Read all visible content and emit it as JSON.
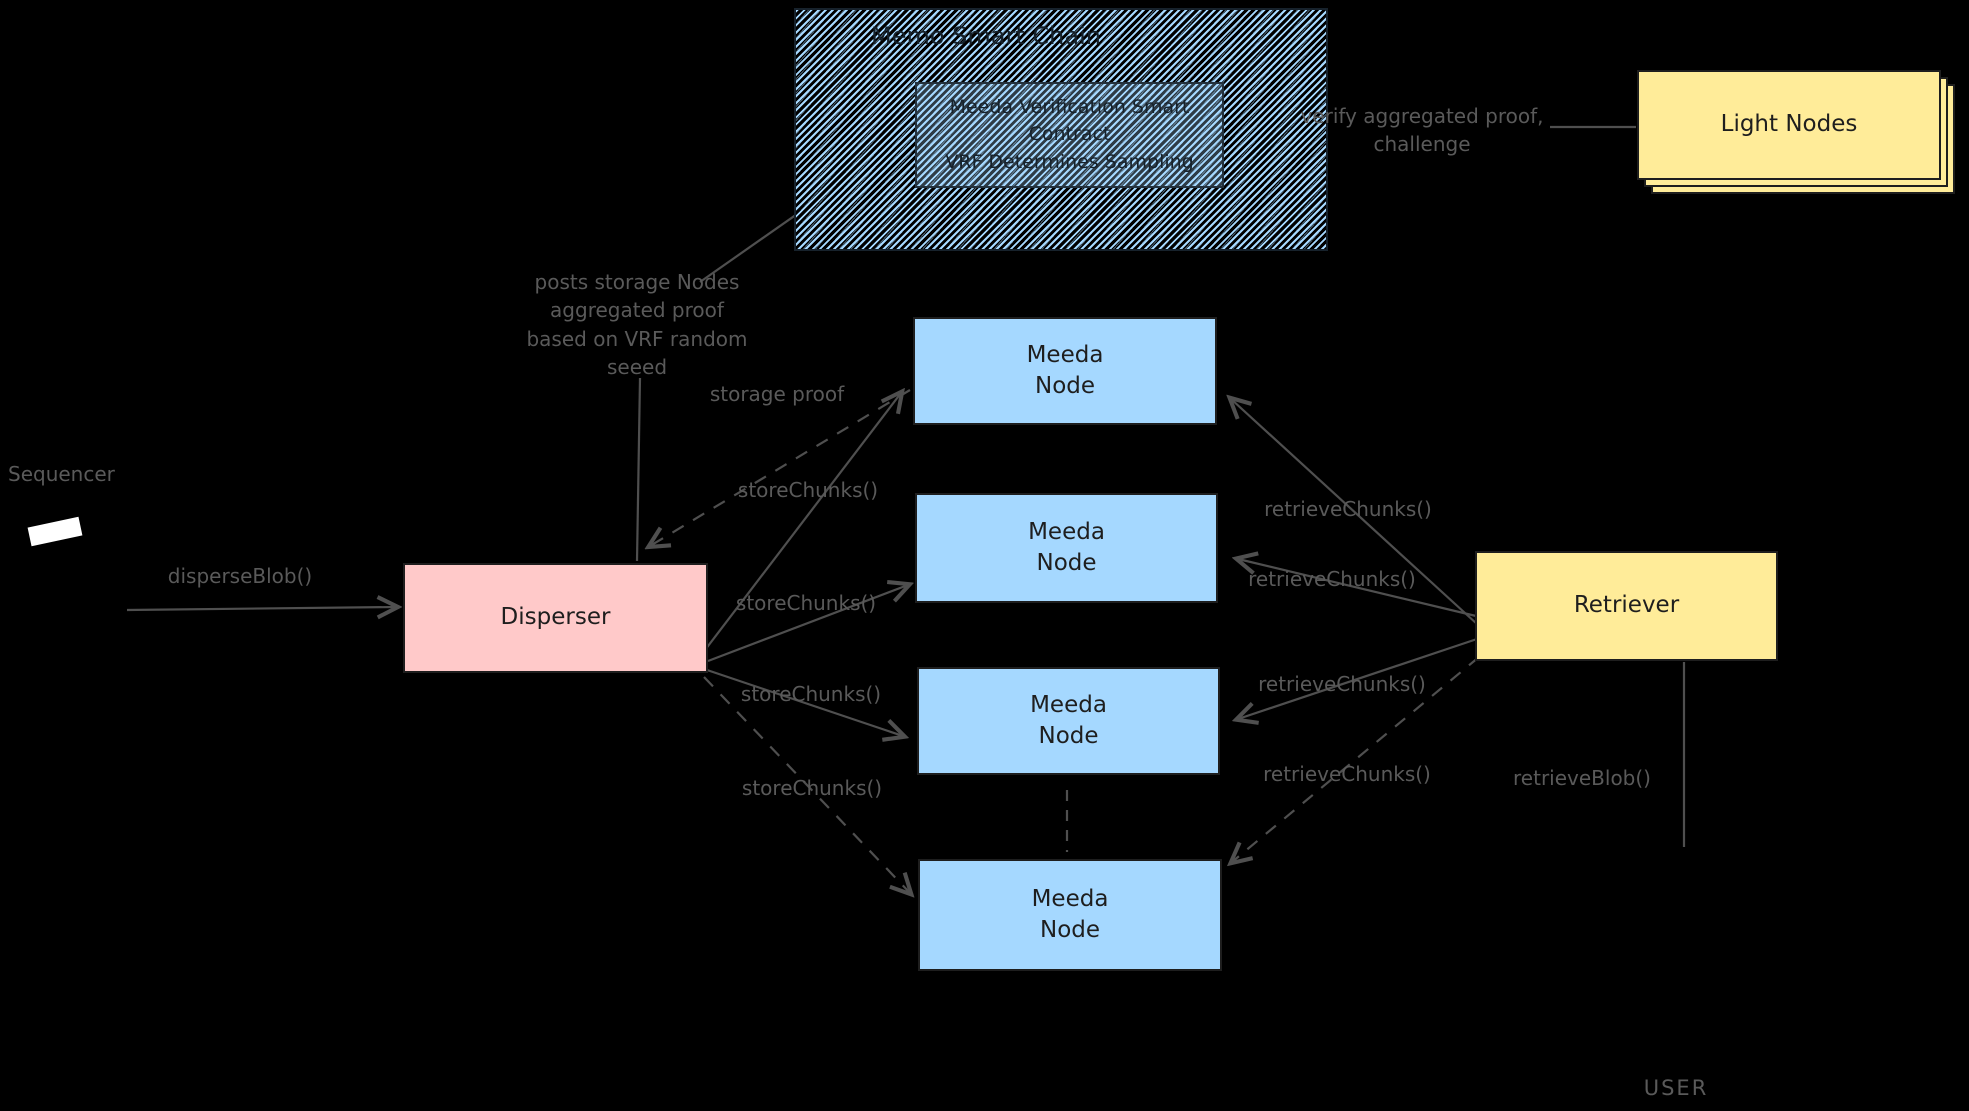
{
  "canvas": {
    "background": "#000000"
  },
  "colors": {
    "node_blue": "#a5d8ff",
    "disperser_pink": "#ffc9c9",
    "retriever_yellow": "#ffec99",
    "box_text": "#1e1e1e",
    "edge_gray": "#5a5a5a"
  },
  "chain": {
    "title": "Memo Smart Chain",
    "contract": "Meeda Verification Smart\nContract\nVRF Determines Sampling"
  },
  "boxes": {
    "sequencer": "Sequencer",
    "disperser": "Disperser",
    "retriever": "Retriever",
    "light_nodes": "Light Nodes",
    "user": "USER"
  },
  "nodes": [
    {
      "label": "Meeda\nNode"
    },
    {
      "label": "Meeda\nNode"
    },
    {
      "label": "Meeda\nNode"
    },
    {
      "label": "Meeda\nNode"
    }
  ],
  "edges": {
    "disperse_blob": "disperseBlob()",
    "posts": "posts storage Nodes\naggregated proof\nbased on VRF random\nseeed",
    "storage_proof": "storage proof",
    "store_chunks": "storeChunks()",
    "retrieve_chunks": "retrieveChunks()",
    "retrieve_blob": "retrieveBlob()",
    "verify": "verify aggregated proof,\nchallenge"
  }
}
